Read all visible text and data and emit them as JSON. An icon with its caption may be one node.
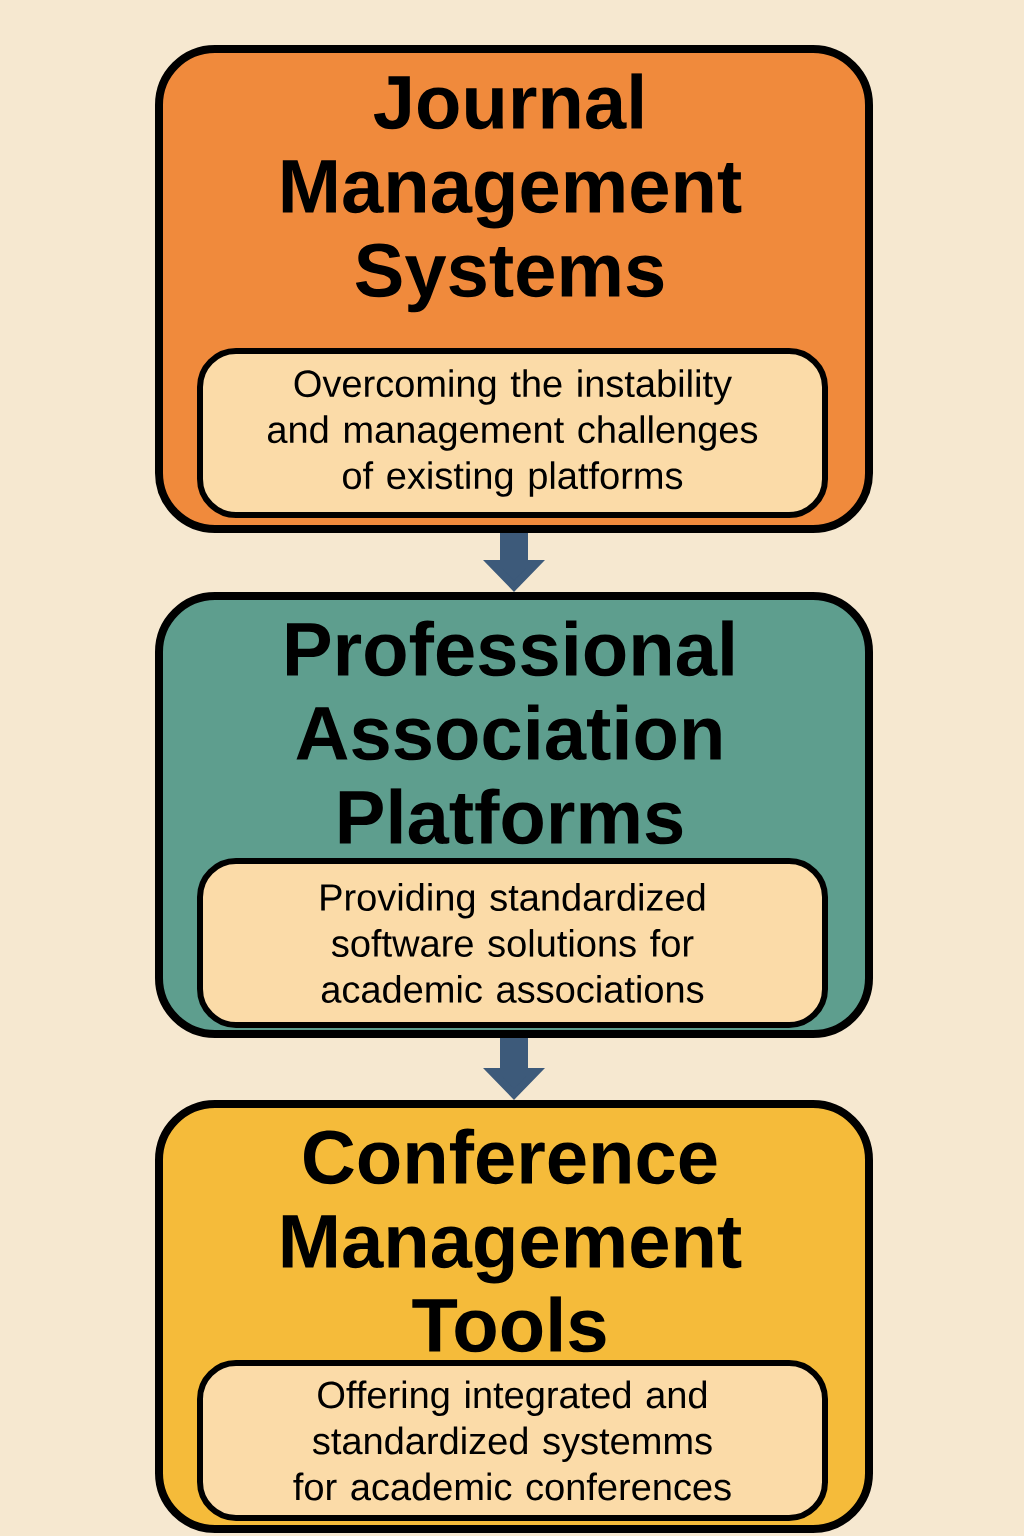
{
  "diagram": {
    "nodes": [
      {
        "text": [
          "Journal Management Systems"
        ]
      },
      {
        "text": [
          "Overcoming the instability and management challenges of existing platforms"
        ],
        "in": 0
      },
      {
        "text": [
          "Professional Association Platforms"
        ]
      },
      {
        "text": [
          "Providing standardized software solutions for academic associations"
        ],
        "in": 2
      },
      {
        "text": [
          "Conference Management Tools"
        ]
      },
      {
        "text": [
          "Offering integrated and standardized systemms for academic conferences"
        ],
        "in": 4
      }
    ],
    "edges": [
      {
        "from": 0,
        "to": 2,
        "arrow": "to"
      },
      {
        "from": 2,
        "to": 4,
        "arrow": "to"
      }
    ]
  }
}
